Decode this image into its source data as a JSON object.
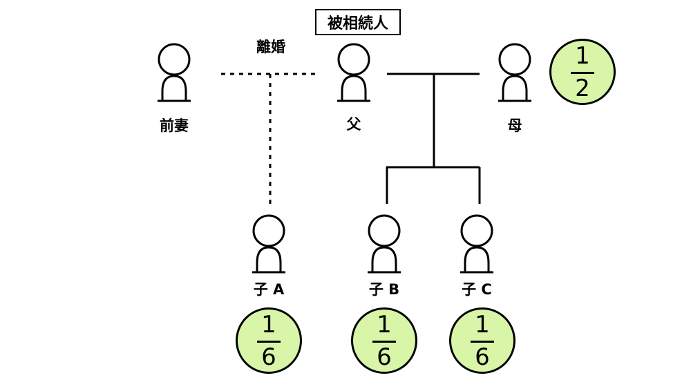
{
  "deceased_label": "被相続人",
  "divorce_label": "離婚",
  "persons": {
    "ex_wife": "前妻",
    "father": "父",
    "mother": "母",
    "child_a": "子 A",
    "child_b": "子 B",
    "child_c": "子 C"
  },
  "shares": {
    "mother": {
      "numerator": "1",
      "denominator": "2"
    },
    "child_a": {
      "numerator": "1",
      "denominator": "6"
    },
    "child_b": {
      "numerator": "1",
      "denominator": "6"
    },
    "child_c": {
      "numerator": "1",
      "denominator": "6"
    }
  },
  "colors": {
    "share_fill": "#d9f5a8",
    "line": "#000000"
  }
}
